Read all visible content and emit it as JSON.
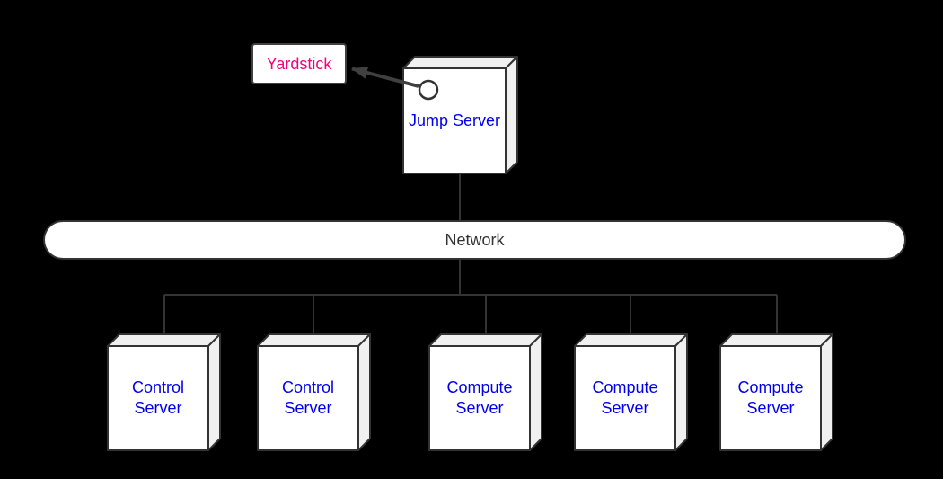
{
  "colors": {
    "background": "#000000",
    "connector": "#333333",
    "arrow": "#404040",
    "node_border": "#333333",
    "node_fill": "#ffffff",
    "node_shade": "#f0f0f0",
    "server_text": "#0000ee",
    "yardstick_text": "#f0057f",
    "network_text": "#333333"
  },
  "yardstick": {
    "label": "Yardstick"
  },
  "jump_server": {
    "label": "Jump Server"
  },
  "network": {
    "label": "Network"
  },
  "servers": [
    {
      "label": "Control Server"
    },
    {
      "label": "Control Server"
    },
    {
      "label": "Compute Server"
    },
    {
      "label": "Compute Server"
    },
    {
      "label": "Compute Server"
    }
  ],
  "icons": {
    "interface_circle": "provided-interface-lollipop",
    "dependency_arrow": "arrow-to-yardstick"
  }
}
